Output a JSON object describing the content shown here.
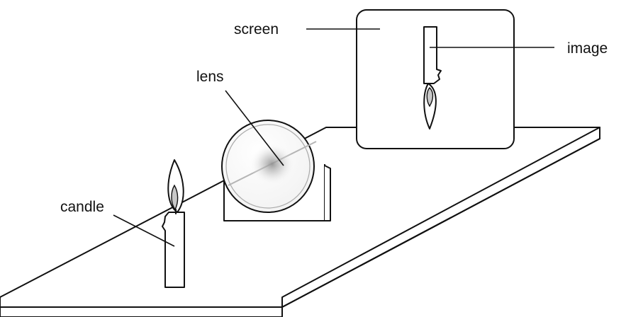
{
  "diagram": {
    "labels": {
      "screen": "screen",
      "image": "image",
      "lens": "lens",
      "candle": "candle"
    },
    "colors": {
      "line": "#111111",
      "background": "#ffffff",
      "lens_glow": "#9a9a9a",
      "flame_core": "#c8c8c8"
    }
  }
}
